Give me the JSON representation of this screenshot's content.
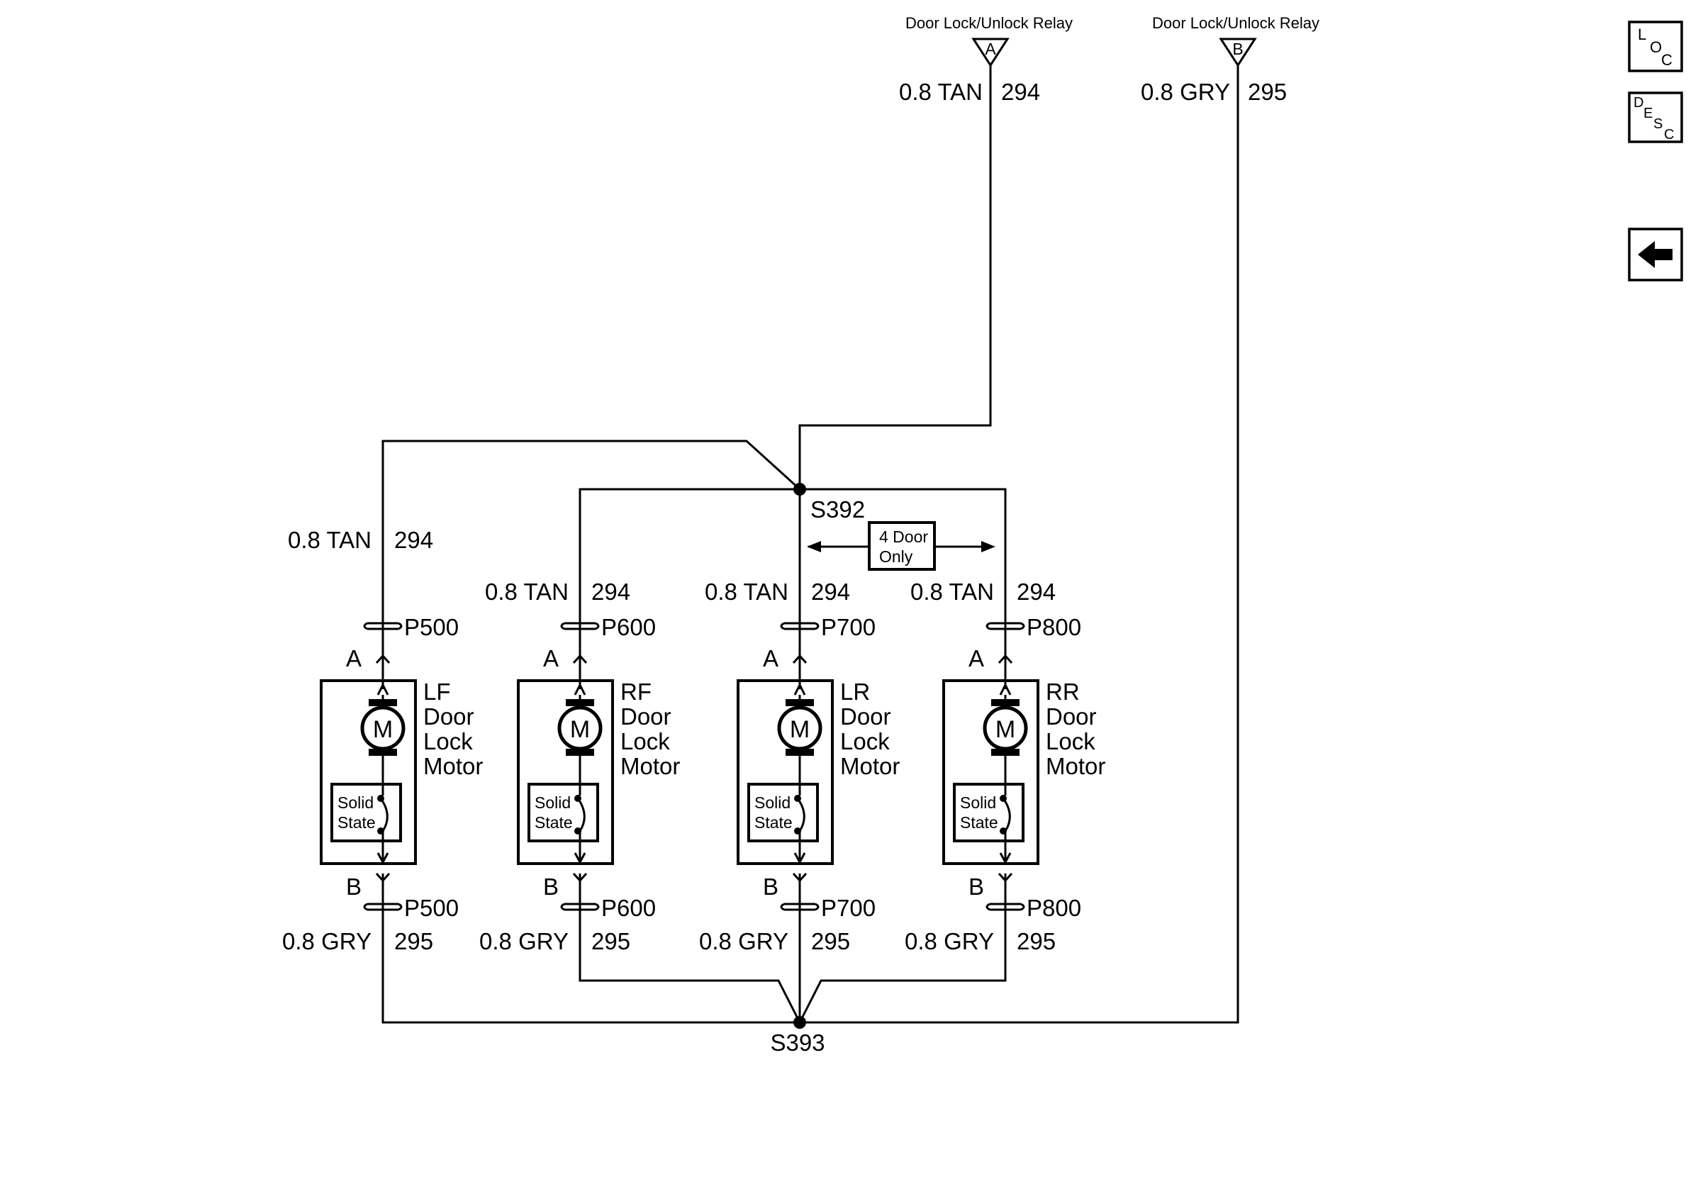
{
  "relays": [
    {
      "id": "relay-a",
      "title": "Door Lock/Unlock Relay",
      "pin": "A",
      "wire_left": "0.8 TAN",
      "wire_right": "294"
    },
    {
      "id": "relay-b",
      "title": "Door Lock/Unlock Relay",
      "pin": "B",
      "wire_left": "0.8 GRY",
      "wire_right": "295"
    }
  ],
  "splices": {
    "top": "S392",
    "bottom": "S393"
  },
  "note": {
    "line1": "4 Door",
    "line2": "Only"
  },
  "motors": [
    {
      "id": "lf",
      "name": [
        "LF",
        "Door",
        "Lock",
        "Motor"
      ],
      "top_wire_left": "0.8 TAN",
      "top_wire_right": "294",
      "connector": "P500",
      "pin_top": "A",
      "pin_bottom": "B",
      "bottom_wire_left": "0.8 GRY",
      "bottom_wire_right": "295",
      "switch": [
        "Solid",
        "State"
      ],
      "motor_symbol": "M"
    },
    {
      "id": "rf",
      "name": [
        "RF",
        "Door",
        "Lock",
        "Motor"
      ],
      "top_wire_left": "0.8 TAN",
      "top_wire_right": "294",
      "connector": "P600",
      "pin_top": "A",
      "pin_bottom": "B",
      "bottom_wire_left": "0.8 GRY",
      "bottom_wire_right": "295",
      "switch": [
        "Solid",
        "State"
      ],
      "motor_symbol": "M"
    },
    {
      "id": "lr",
      "name": [
        "LR",
        "Door",
        "Lock",
        "Motor"
      ],
      "top_wire_left": "0.8 TAN",
      "top_wire_right": "294",
      "connector": "P700",
      "pin_top": "A",
      "pin_bottom": "B",
      "bottom_wire_left": "0.8 GRY",
      "bottom_wire_right": "295",
      "switch": [
        "Solid",
        "State"
      ],
      "motor_symbol": "M"
    },
    {
      "id": "rr",
      "name": [
        "RR",
        "Door",
        "Lock",
        "Motor"
      ],
      "top_wire_left": "0.8 TAN",
      "top_wire_right": "294",
      "connector": "P800",
      "pin_top": "A",
      "pin_bottom": "B",
      "bottom_wire_left": "0.8 GRY",
      "bottom_wire_right": "295",
      "switch": [
        "Solid",
        "State"
      ],
      "motor_symbol": "M"
    }
  ],
  "nav": {
    "loc": {
      "l1": "L",
      "l2": "O",
      "l3": "C"
    },
    "desc": {
      "l1": "D",
      "l2": "E",
      "l3": "S",
      "l4": "C"
    },
    "back_icon": "arrow-left-icon"
  }
}
